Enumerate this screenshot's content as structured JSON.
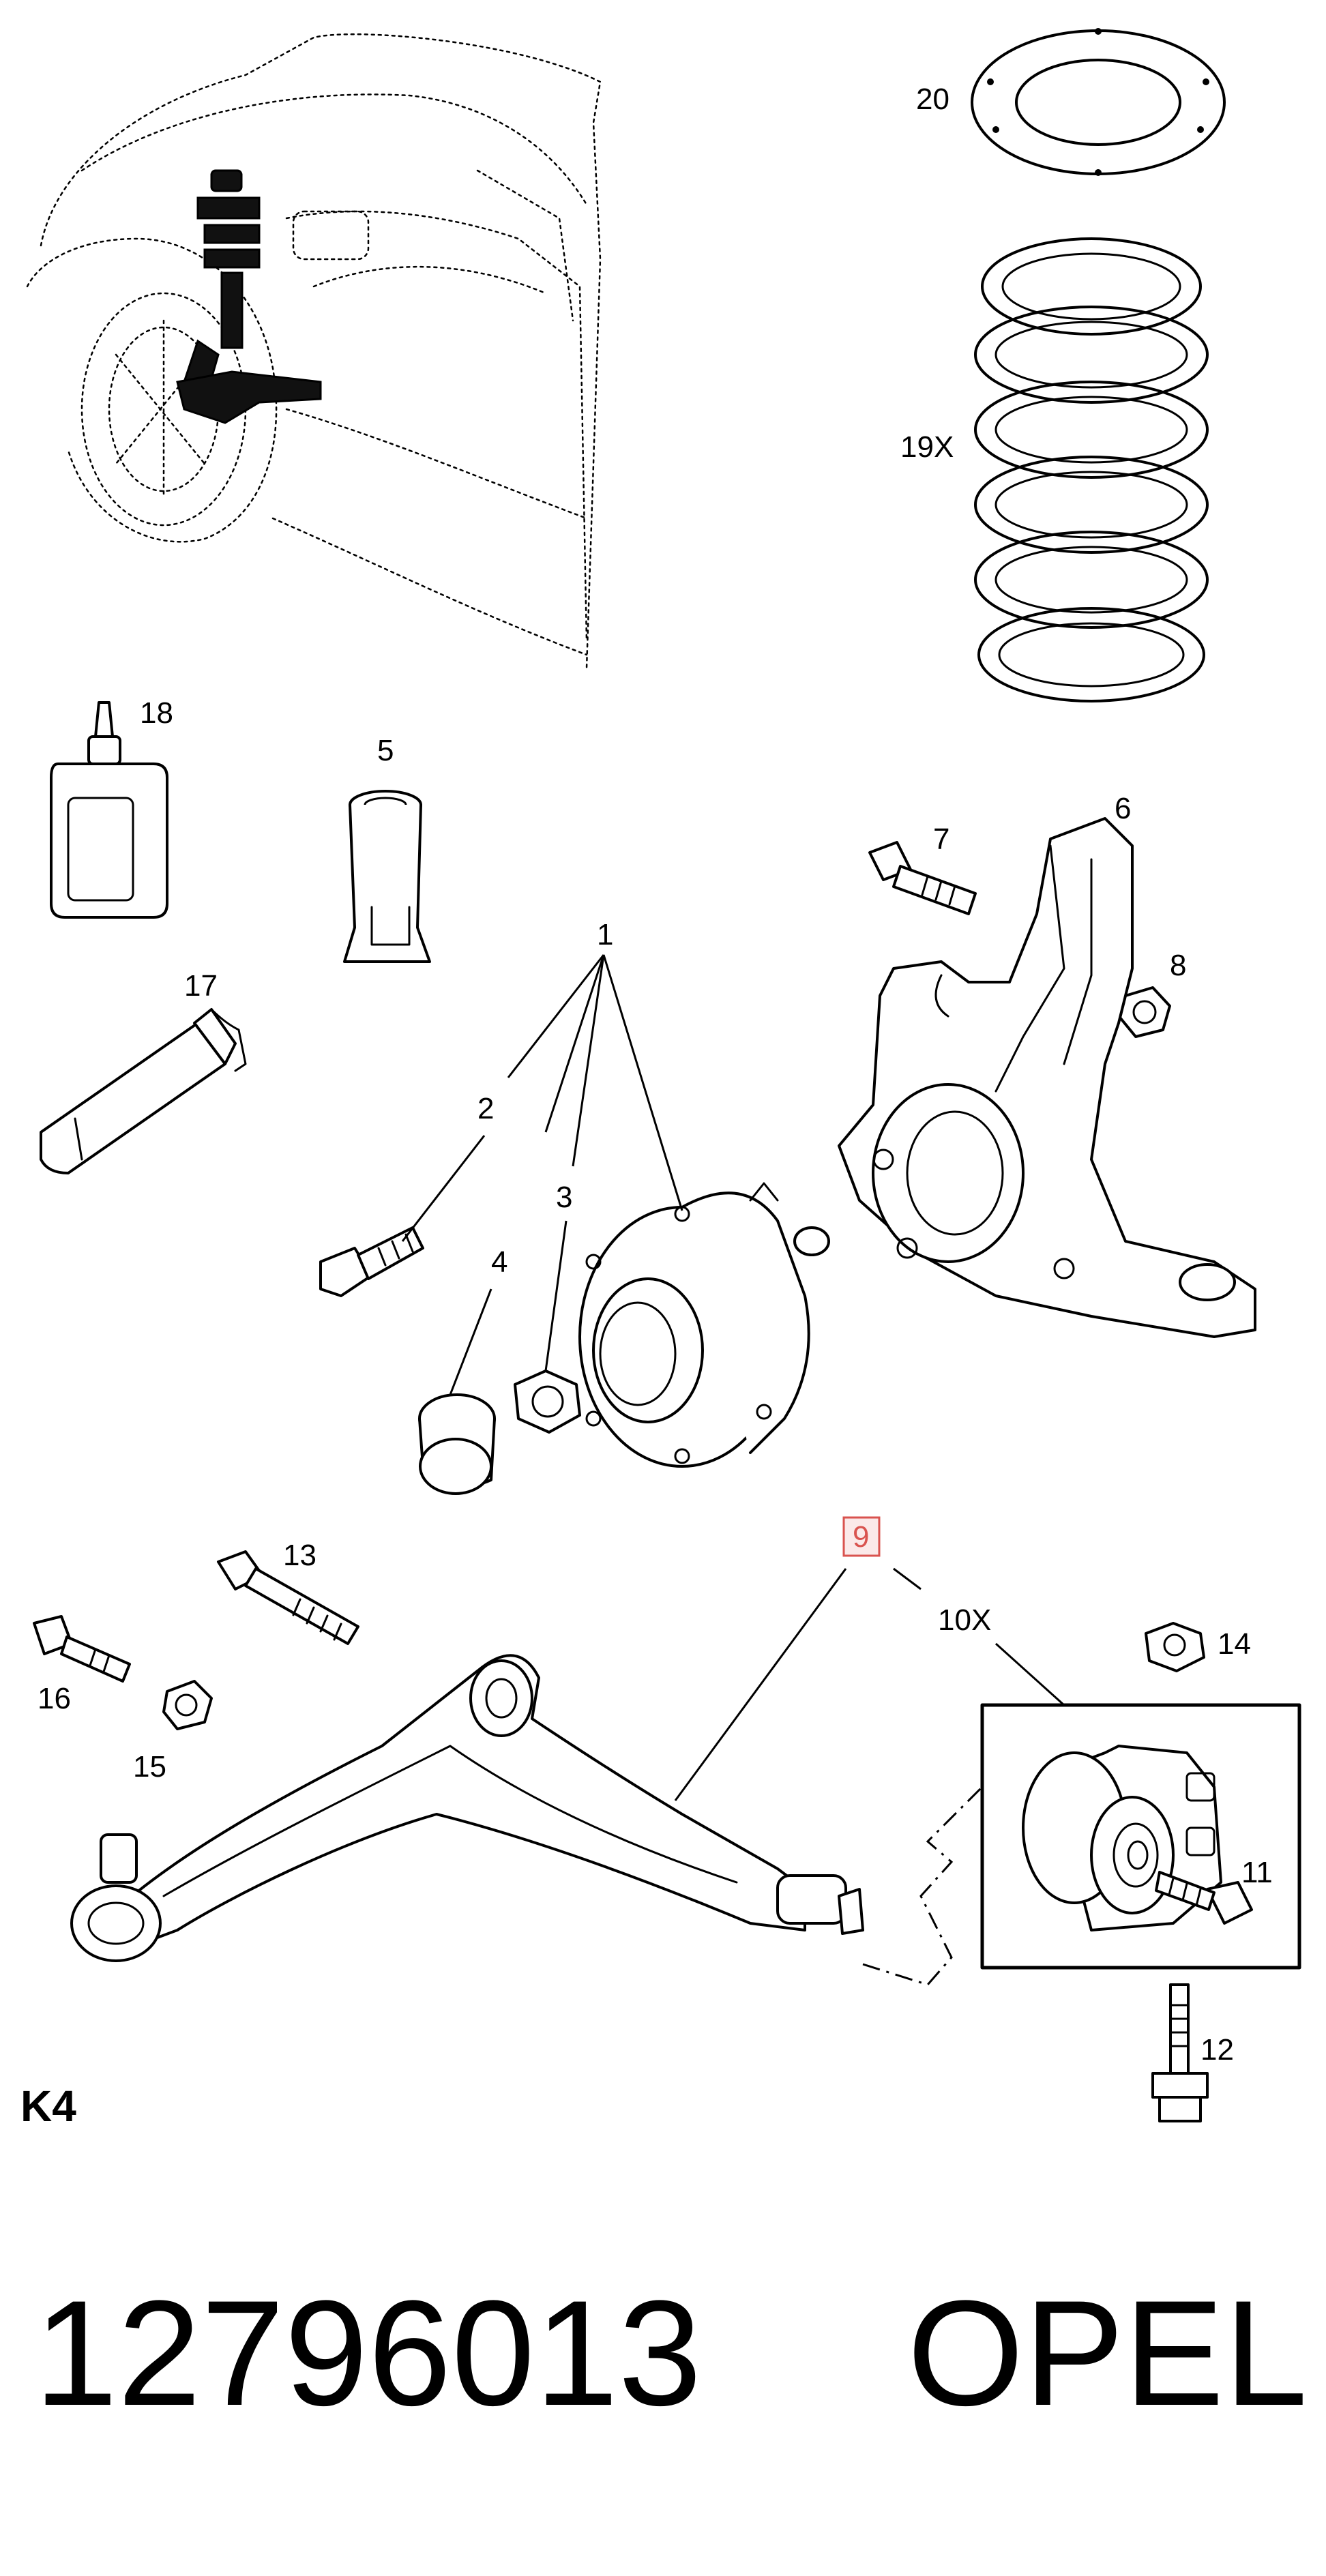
{
  "section_code": "K4",
  "part_number": "12796013",
  "brand": "OPEL",
  "highlight_color": "#d9534f",
  "callouts": {
    "c1": "1",
    "c2": "2",
    "c3": "3",
    "c4": "4",
    "c5": "5",
    "c6": "6",
    "c7": "7",
    "c8": "8",
    "c9": "9",
    "c10": "10X",
    "c11": "11",
    "c12": "12",
    "c13": "13",
    "c14": "14",
    "c15": "15",
    "c16": "16",
    "c17": "17",
    "c18": "18",
    "c19": "19X",
    "c20": "20"
  },
  "highlighted_callout": "9"
}
